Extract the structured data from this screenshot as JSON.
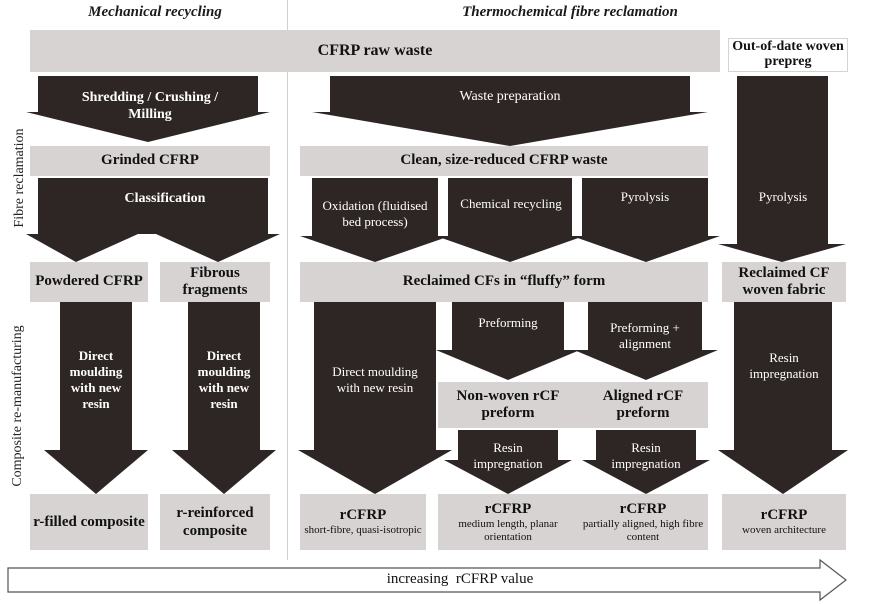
{
  "headers": {
    "mechanical": "Mechanical recycling",
    "thermochemical": "Thermochemical fibre reclamation"
  },
  "side_labels": {
    "fibre_reclamation": "Fibre reclamation",
    "composite_remanufacturing": "Composite re-manufacturing"
  },
  "top": {
    "raw_waste": "CFRP raw waste",
    "prepreg": "Out-of-date woven prepreg"
  },
  "stage1": {
    "shredding": "Shredding / Crushing / Milling",
    "waste_prep": "Waste preparation"
  },
  "stage2": {
    "grinded": "Grinded CFRP",
    "clean": "Clean, size-reduced CFRP waste"
  },
  "stage3": {
    "classification": "Classification",
    "oxidation": "Oxidation (fluidised bed process)",
    "chemical": "Chemical recycling",
    "pyrolysis": "Pyrolysis",
    "pyrolysis2": "Pyrolysis"
  },
  "stage4": {
    "powdered": "Powdered CFRP",
    "fibrous": "Fibrous fragments",
    "fluffy": "Reclaimed CFs in “fluffy” form",
    "woven_fabric": "Reclaimed CF woven fabric"
  },
  "stage5": {
    "direct1": "Direct moulding with new resin",
    "direct2": "Direct moulding with new resin",
    "direct3": "Direct moulding with new resin",
    "preforming": "Preforming",
    "preforming_align": "Preforming + alignment",
    "resin_impreg_woven": "Resin impregnation"
  },
  "preforms": {
    "nonwoven": "Non-woven rCF preform",
    "aligned": "Aligned rCF preform",
    "resin1": "Resin impregnation",
    "resin2": "Resin impregnation"
  },
  "outputs": {
    "o1": {
      "title": "r-filled composite",
      "sub": ""
    },
    "o2": {
      "title": "r-reinforced composite",
      "sub": ""
    },
    "o3": {
      "title": "rCFRP",
      "sub": "short-fibre, quasi-isotropic"
    },
    "o4": {
      "title": "rCFRP",
      "sub": "medium length, planar orientation"
    },
    "o5": {
      "title": "rCFRP",
      "sub": "partially aligned, high fibre content"
    },
    "o6": {
      "title": "rCFRP",
      "sub": "woven architecture"
    }
  },
  "value_arrow": "increasing  rCFRP value",
  "colors": {
    "arrow": "#2e2624",
    "box": "#d7d3d3"
  }
}
